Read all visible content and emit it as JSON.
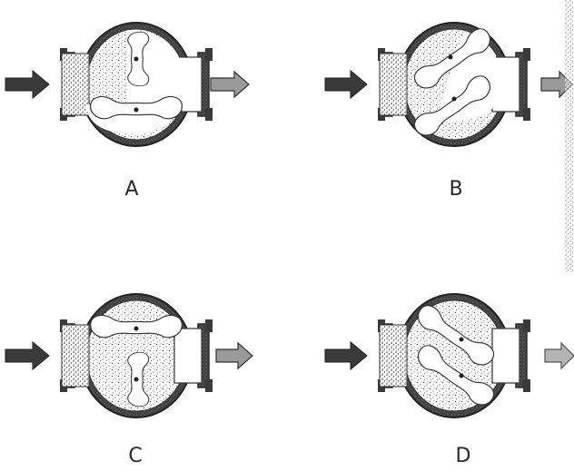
{
  "figure": {
    "panels": [
      {
        "id": "A",
        "label": "A"
      },
      {
        "id": "B",
        "label": "B"
      },
      {
        "id": "C",
        "label": "C"
      },
      {
        "id": "D",
        "label": "D"
      }
    ]
  },
  "colors": {
    "ink": "#2b2b2b",
    "housing": "#4a4a4a",
    "fluid_stipple": "#5a5a5a",
    "background": "#ffffff"
  }
}
